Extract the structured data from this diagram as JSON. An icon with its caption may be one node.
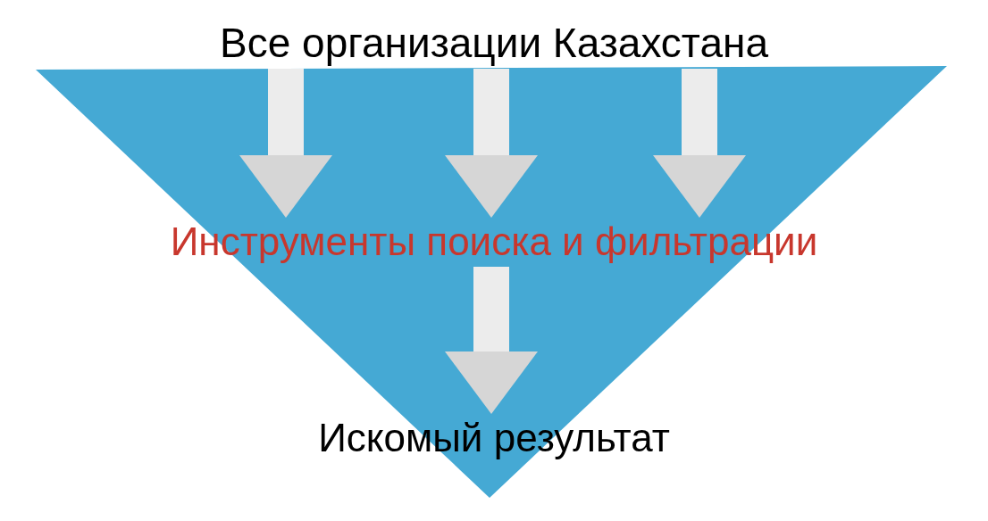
{
  "diagram": {
    "nodes": [
      {
        "text": [
          "Все организации Казахстана"
        ]
      },
      {
        "text": [
          "Инструменты поиска и фильтрации"
        ]
      },
      {
        "text": [
          "Искомый результат"
        ]
      }
    ],
    "edges": [
      {
        "from": 0,
        "to": 1,
        "arrow": "to"
      },
      {
        "from": 0,
        "to": 1,
        "arrow": "to"
      },
      {
        "from": 0,
        "to": 1,
        "arrow": "to"
      },
      {
        "from": 1,
        "to": 2,
        "arrow": "to"
      }
    ]
  }
}
